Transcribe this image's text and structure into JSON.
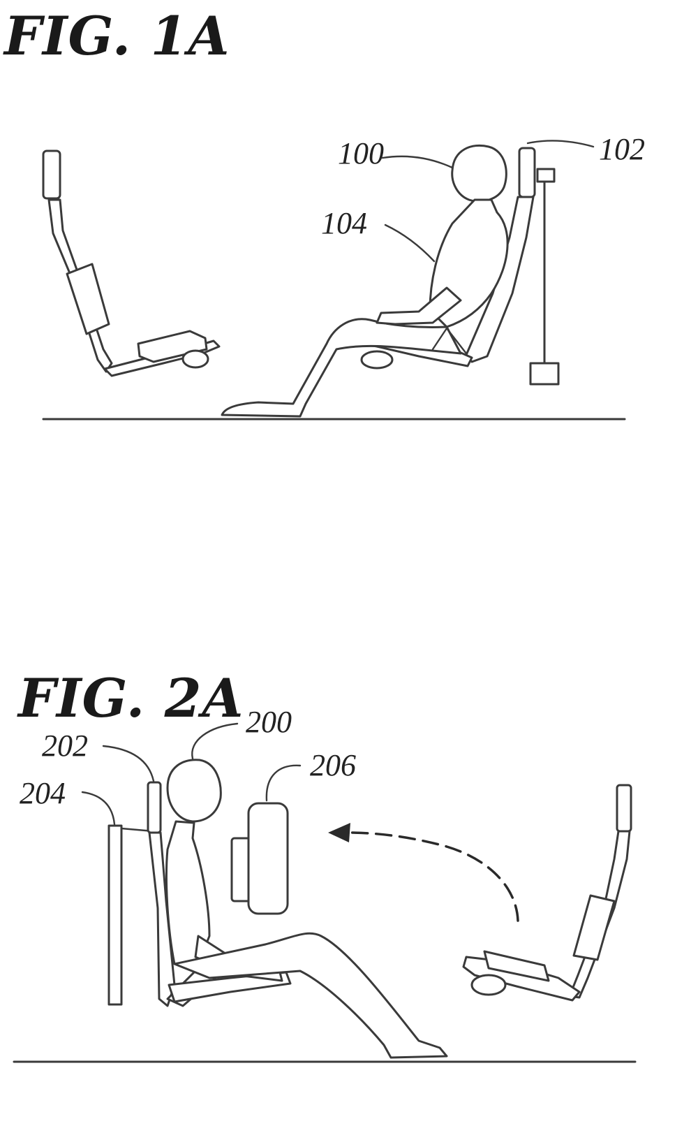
{
  "figure_1a": {
    "title": "FIG. 1A",
    "labels": {
      "occupant": "100",
      "seat": "102",
      "torso": "104"
    }
  },
  "figure_2a": {
    "title": "FIG. 2A",
    "labels": {
      "occupant": "200",
      "seat_back": "202",
      "pillar": "204",
      "airbag": "206"
    }
  }
}
